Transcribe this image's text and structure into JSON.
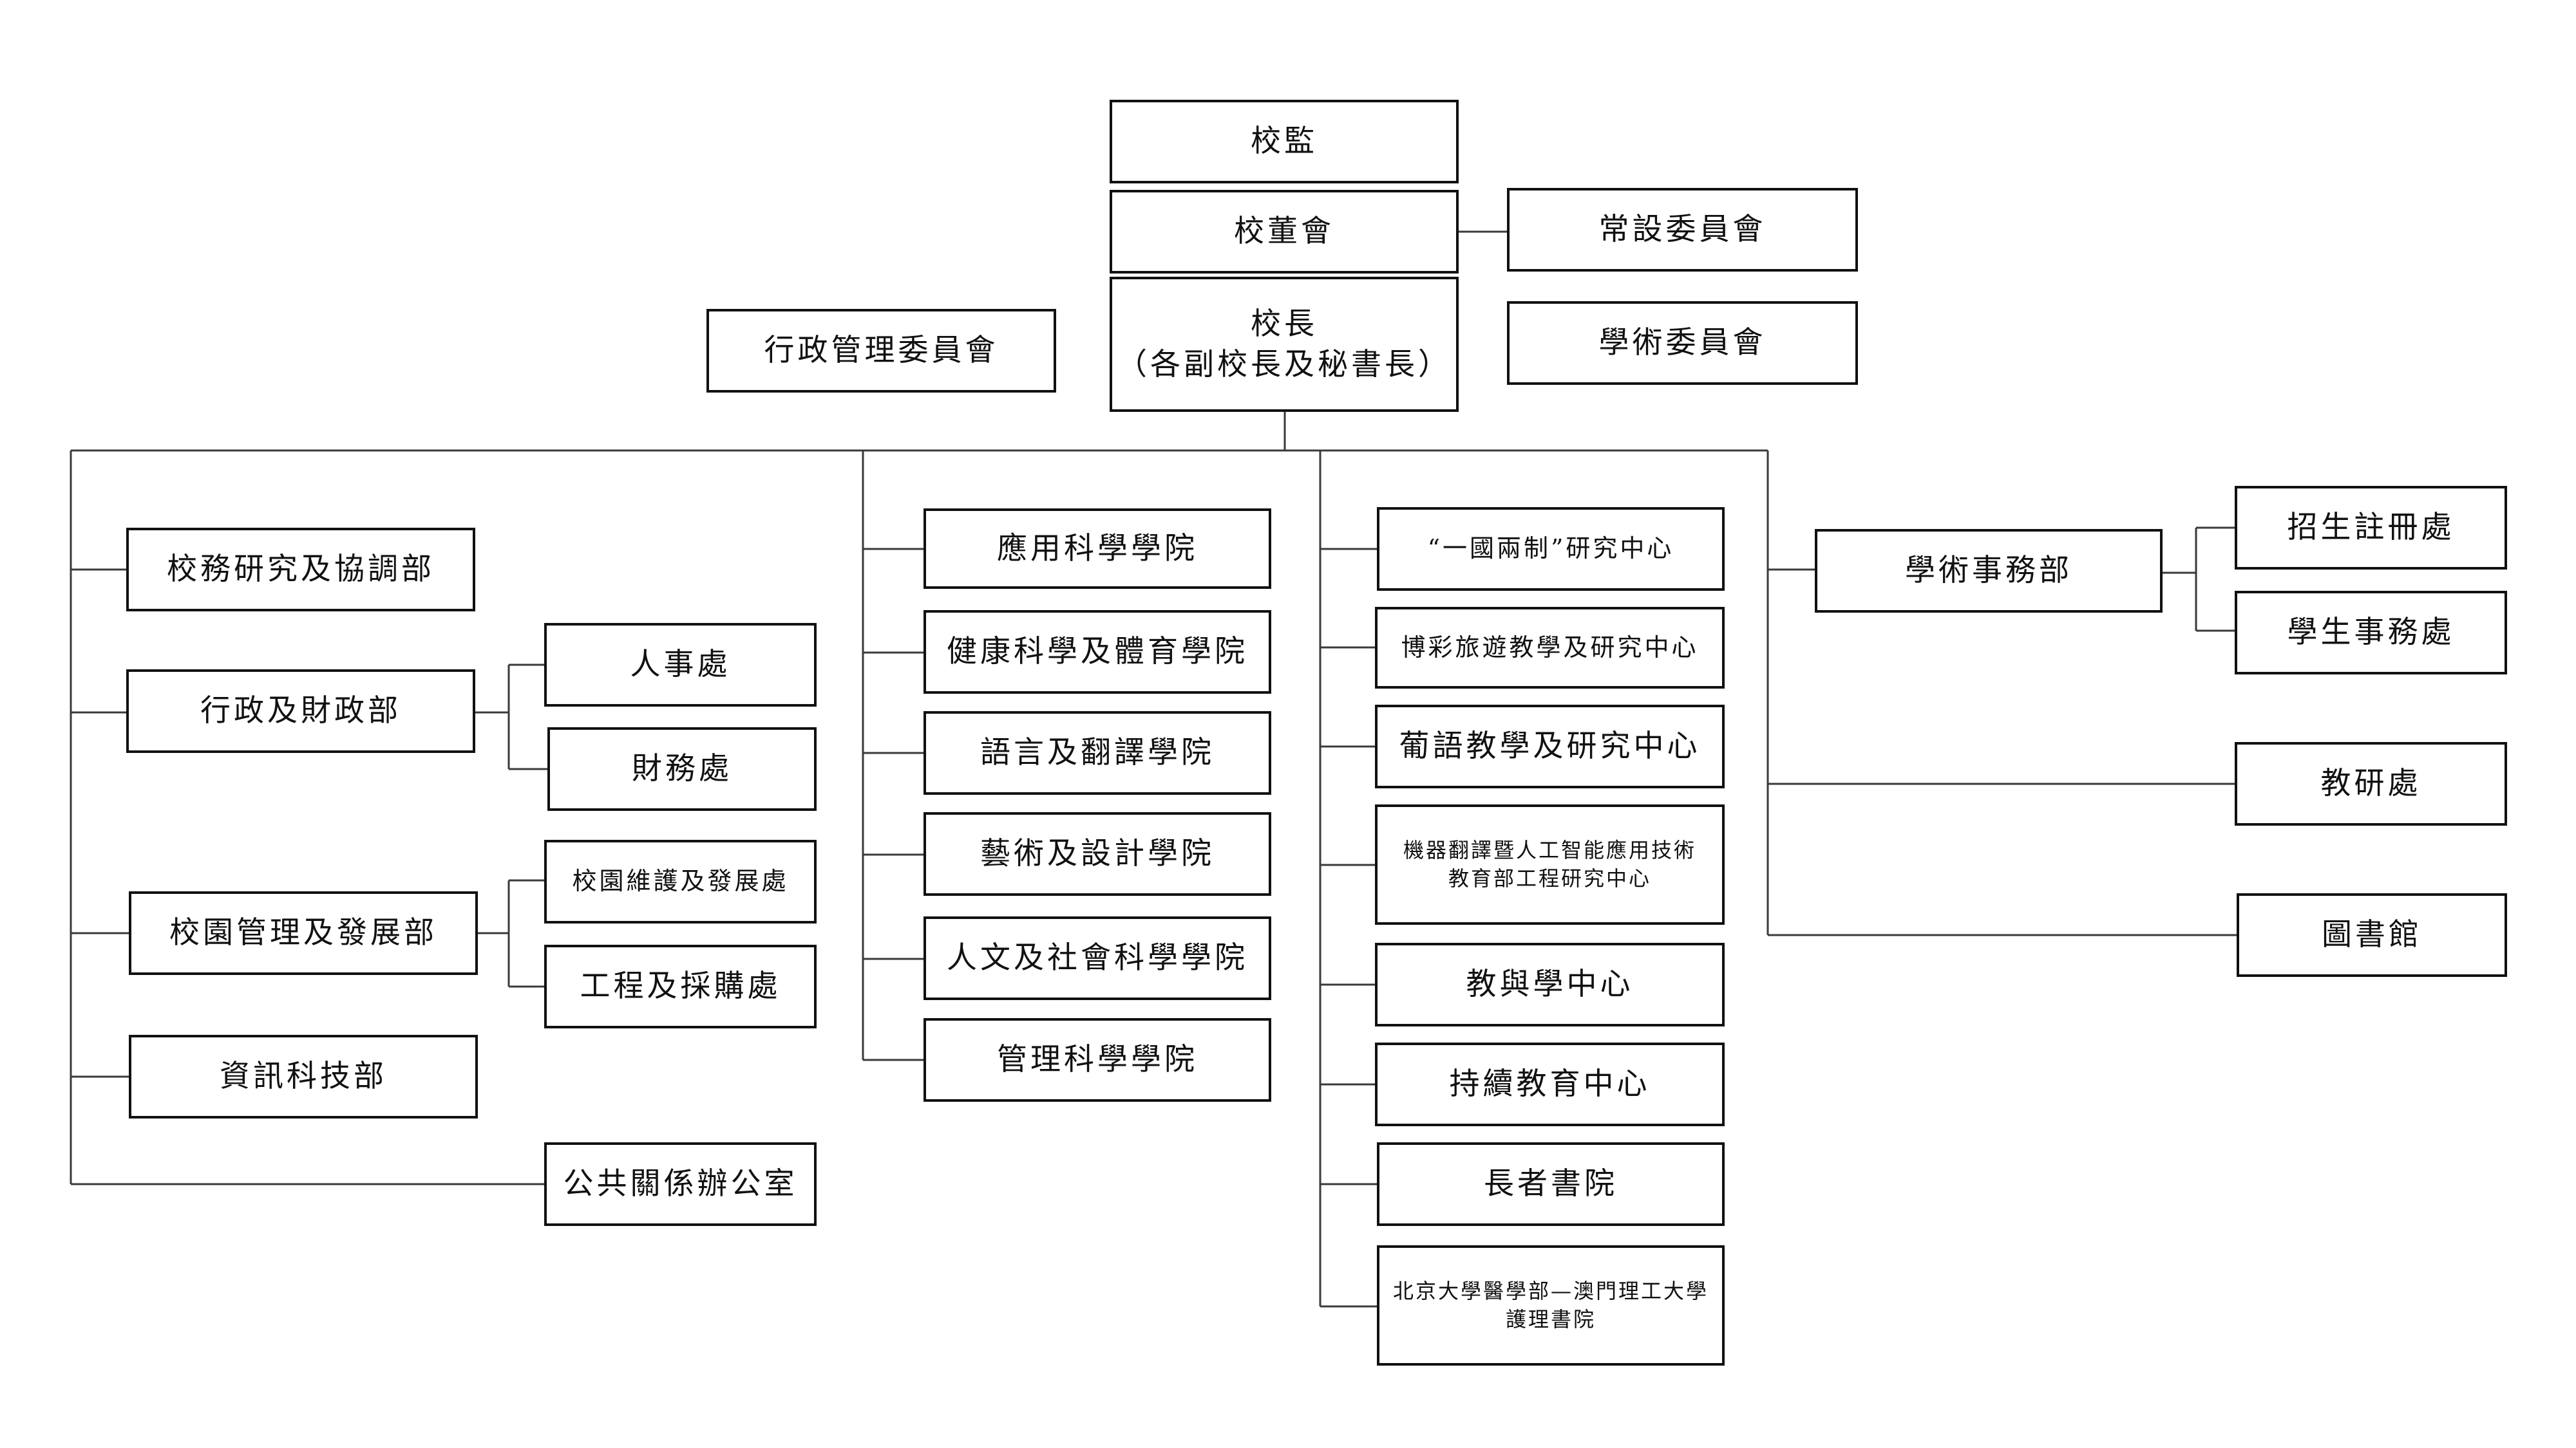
{
  "chart": {
    "top": {
      "supervisor": "校監",
      "board": "校董會",
      "standing_committee": "常設委員會",
      "rector": "校長\n（各副校長及秘書長）",
      "academic_committee": "學術委員會",
      "admin_committee": "行政管理委員會"
    },
    "left_branch": {
      "research_coord": "校務研究及協調部",
      "admin_finance": "行政及財政部",
      "hr": "人事處",
      "finance": "財務處",
      "campus": "校園管理及發展部",
      "maintenance": "校園維護及發展處",
      "procurement": "工程及採購處",
      "it": "資訊科技部",
      "pr": "公共關係辦公室"
    },
    "faculties": [
      "應用科學學院",
      "健康科學及體育學院",
      "語言及翻譯學院",
      "藝術及設計學院",
      "人文及社會科學學院",
      "管理科學學院"
    ],
    "centres": [
      "“一國兩制”研究中心",
      "博彩旅遊教學及研究中心",
      "葡語教學及研究中心",
      "機器翻譯暨人工智能應用技術\n教育部工程研究中心",
      "教與學中心",
      "持續教育中心",
      "長者書院",
      "北京大學醫學部—澳門理工大學\n護理書院"
    ],
    "right_branch": {
      "academic_affairs": "學術事務部",
      "admissions": "招生註冊處",
      "student_affairs": "學生事務處",
      "research_office": "教研處",
      "library": "圖書館"
    }
  }
}
